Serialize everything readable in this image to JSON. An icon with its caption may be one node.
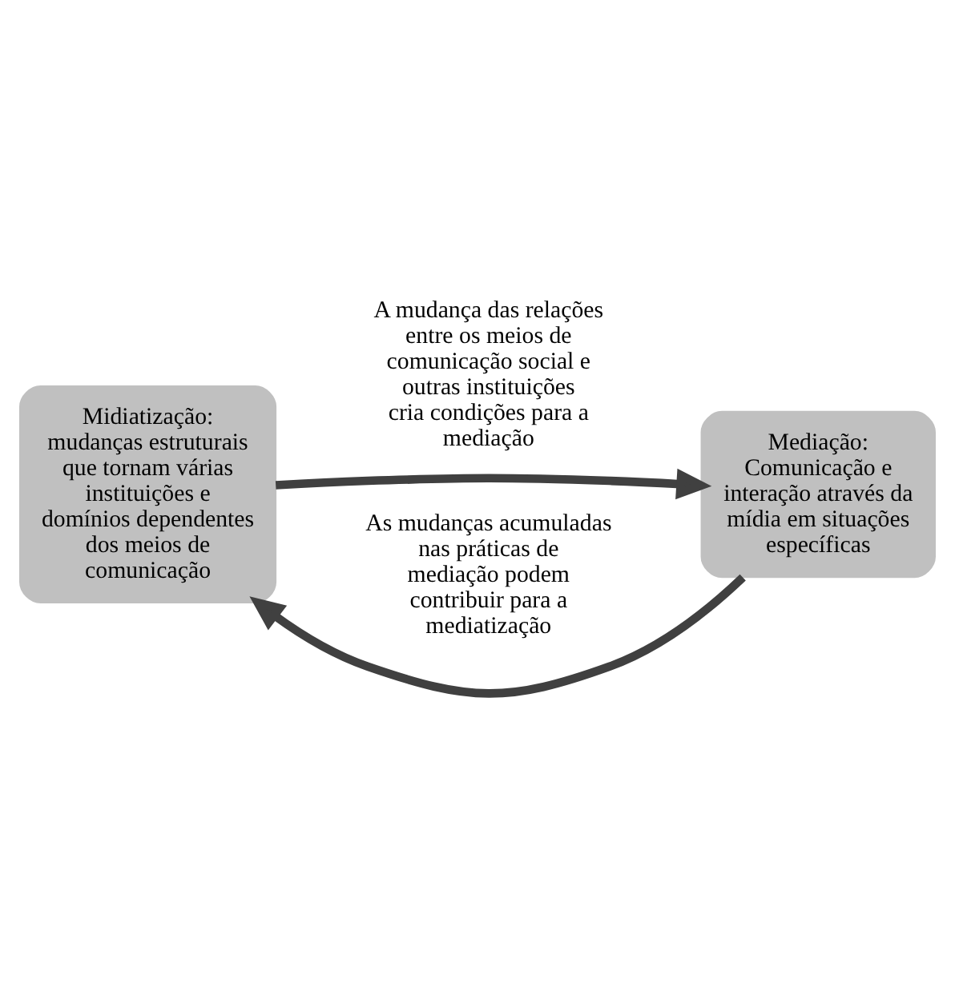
{
  "diagram": {
    "nodes": [
      {
        "text": [
          "Midiatização:",
          "mudanças estruturais que tornam várias instituições e domínios dependentes dos meios de comunicação"
        ]
      },
      {
        "text": [
          "Mediação:",
          "Comunicação e interação através da mídia em situações específicas"
        ]
      }
    ],
    "edges": [
      {
        "from": 0,
        "to": 1,
        "arrow": "to",
        "label": "A mudança das relações entre os meios de comunicação social e outras instituições cria condições para a mediação"
      },
      {
        "from": 1,
        "to": 0,
        "arrow": "to",
        "label": "As mudanças acumuladas nas práticas de mediação podem contribuir para a mediatização"
      }
    ]
  }
}
